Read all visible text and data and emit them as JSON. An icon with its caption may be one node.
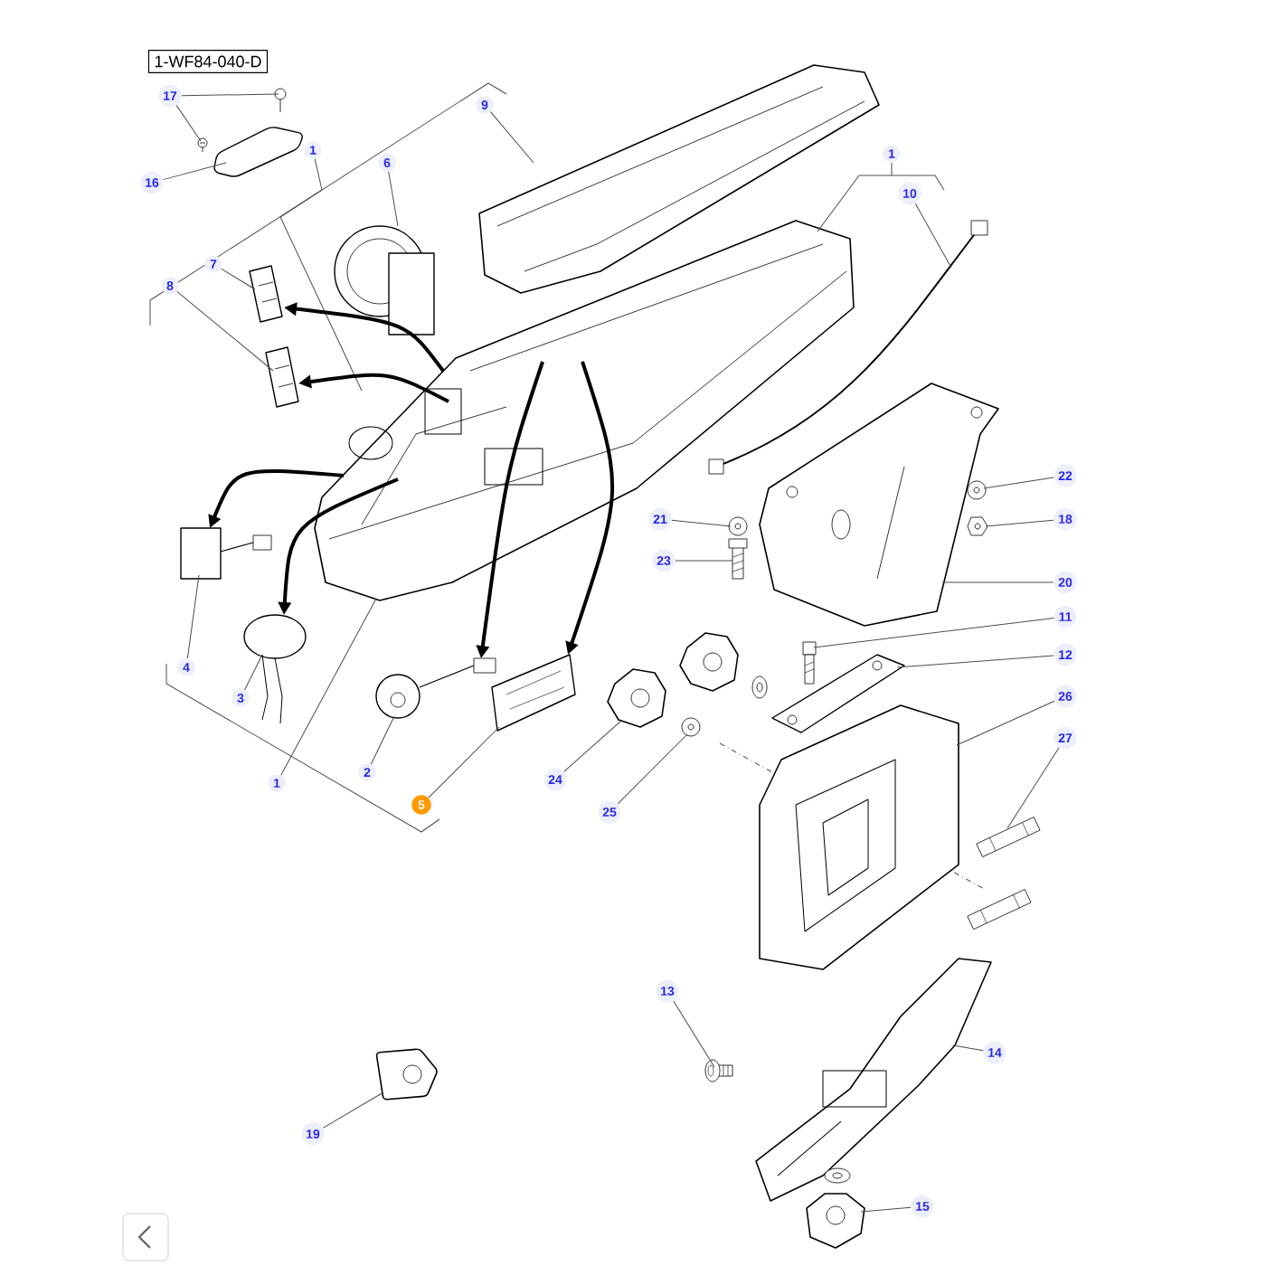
{
  "diagram": {
    "title": "1-WF84-040-D",
    "nodes": [
      {
        "text": [
          "17"
        ]
      },
      {
        "text": [
          "16"
        ]
      },
      {
        "text": [
          "1"
        ]
      },
      {
        "text": [
          "9"
        ]
      },
      {
        "text": [
          "6"
        ]
      },
      {
        "text": [
          "1"
        ]
      },
      {
        "text": [
          "10"
        ]
      },
      {
        "text": [
          "7"
        ]
      },
      {
        "text": [
          "8"
        ]
      },
      {
        "text": [
          "22"
        ]
      },
      {
        "text": [
          "21"
        ]
      },
      {
        "text": [
          "18"
        ]
      },
      {
        "text": [
          "23"
        ]
      },
      {
        "text": [
          "20"
        ]
      },
      {
        "text": [
          "11"
        ]
      },
      {
        "text": [
          "12"
        ]
      },
      {
        "text": [
          "4"
        ]
      },
      {
        "text": [
          "26"
        ]
      },
      {
        "text": [
          "3"
        ]
      },
      {
        "text": [
          "27"
        ]
      },
      {
        "text": [
          "2"
        ]
      },
      {
        "text": [
          "24"
        ]
      },
      {
        "text": [
          "1"
        ]
      },
      {
        "text": [
          "5"
        ]
      },
      {
        "text": [
          "25"
        ]
      },
      {
        "text": [
          "13"
        ]
      },
      {
        "text": [
          "14"
        ]
      },
      {
        "text": [
          "19"
        ]
      },
      {
        "text": [
          "15"
        ]
      },
      {
        "text": [],
        "shape": "picture"
      },
      {
        "text": [],
        "shape": "picture"
      },
      {
        "text": [],
        "shape": "picture"
      },
      {
        "text": [],
        "shape": "picture"
      },
      {
        "text": [],
        "shape": "picture"
      },
      {
        "text": [],
        "shape": "picture"
      },
      {
        "text": [],
        "shape": "picture"
      },
      {
        "text": [],
        "shape": "picture"
      },
      {
        "text": [],
        "shape": "picture"
      },
      {
        "text": [],
        "shape": "picture"
      },
      {
        "text": [],
        "shape": "picture"
      },
      {
        "text": [],
        "shape": "picture"
      },
      {
        "text": [],
        "shape": "picture"
      },
      {
        "text": [],
        "shape": "picture"
      },
      {
        "text": [],
        "shape": "picture"
      },
      {
        "text": [],
        "shape": "picture"
      },
      {
        "text": [],
        "shape": "picture"
      },
      {
        "text": [],
        "shape": "picture"
      },
      {
        "text": [],
        "shape": "picture"
      },
      {
        "text": [],
        "shape": "picture"
      },
      {
        "text": [],
        "shape": "picture"
      },
      {
        "text": [],
        "shape": "picture"
      },
      {
        "text": [],
        "shape": "picture"
      },
      {
        "text": [],
        "shape": "picture"
      },
      {
        "text": [],
        "shape": "picture"
      },
      {
        "text": [],
        "shape": "picture"
      },
      {
        "text": [],
        "shape": "picture"
      },
      {
        "text": [],
        "shape": "picture"
      },
      {
        "text": [],
        "shape": "picture"
      },
      {
        "text": [],
        "shape": "picture"
      },
      {
        "text": [],
        "shape": "picture"
      },
      {
        "text": [],
        "shape": "picture"
      }
    ],
    "edges": [
      {
        "from": 0,
        "to": 29,
        "arrow": "none"
      },
      {
        "from": 0,
        "to": 30,
        "arrow": "none"
      },
      {
        "from": 1,
        "to": 31,
        "arrow": "none"
      },
      {
        "from": 2,
        "to": 32,
        "arrow": "none"
      },
      {
        "from": 3,
        "to": 33,
        "arrow": "none"
      },
      {
        "from": 4,
        "to": 34,
        "arrow": "none"
      },
      {
        "from": 5,
        "to": 32,
        "arrow": "none"
      },
      {
        "from": 6,
        "to": 35,
        "arrow": "none"
      },
      {
        "from": 7,
        "to": 36,
        "arrow": "none"
      },
      {
        "from": 8,
        "to": 37,
        "arrow": "none"
      },
      {
        "from": 9,
        "to": 38,
        "arrow": "none"
      },
      {
        "from": 10,
        "to": 39,
        "arrow": "none"
      },
      {
        "from": 11,
        "to": 40,
        "arrow": "none"
      },
      {
        "from": 12,
        "to": 41,
        "arrow": "none"
      },
      {
        "from": 13,
        "to": 42,
        "arrow": "none"
      },
      {
        "from": 14,
        "to": 43,
        "arrow": "none"
      },
      {
        "from": 15,
        "to": 44,
        "arrow": "none"
      },
      {
        "from": 16,
        "to": 45,
        "arrow": "none"
      },
      {
        "from": 17,
        "to": 46,
        "arrow": "none"
      },
      {
        "from": 18,
        "to": 47,
        "arrow": "none"
      },
      {
        "from": 19,
        "to": 48,
        "arrow": "none"
      },
      {
        "from": 20,
        "to": 49,
        "arrow": "none"
      },
      {
        "from": 21,
        "to": 50,
        "arrow": "none"
      },
      {
        "from": 22,
        "to": 32,
        "arrow": "none"
      },
      {
        "from": 23,
        "to": 51,
        "arrow": "none"
      },
      {
        "from": 24,
        "to": 52,
        "arrow": "none"
      },
      {
        "from": 25,
        "to": 53,
        "arrow": "none"
      },
      {
        "from": 26,
        "to": 54,
        "arrow": "none"
      },
      {
        "from": 27,
        "to": 55,
        "arrow": "none"
      },
      {
        "from": 28,
        "to": 56,
        "arrow": "none"
      },
      {
        "from": 32,
        "to": 36,
        "arrow": "to",
        "style": "thick"
      },
      {
        "from": 32,
        "to": 37,
        "arrow": "to",
        "style": "thick"
      },
      {
        "from": 32,
        "to": 45,
        "arrow": "to",
        "style": "thick"
      },
      {
        "from": 32,
        "to": 47,
        "arrow": "to",
        "style": "thick"
      },
      {
        "from": 32,
        "to": 49,
        "arrow": "to",
        "style": "thick"
      },
      {
        "from": 32,
        "to": 51,
        "arrow": "to",
        "style": "thick"
      }
    ]
  }
}
